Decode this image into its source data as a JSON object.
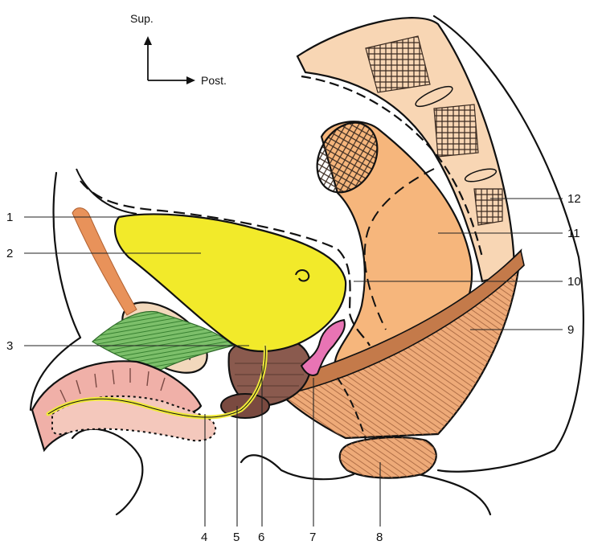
{
  "orientation": {
    "superior": "Sup.",
    "posterior": "Post."
  },
  "labels": {
    "n1": "1",
    "n2": "2",
    "n3": "3",
    "n4": "4",
    "n5": "5",
    "n6": "6",
    "n7": "7",
    "n8": "8",
    "n9": "9",
    "n10": "10",
    "n11": "11",
    "n12": "12"
  },
  "colors": {
    "bladder": "#f2ea2a",
    "rectum": "#f6b67c",
    "sacrum": "#f8d6b4",
    "levator": "#eeaa78",
    "penis": "#f0b0a8",
    "ligament": "#7cbf6a",
    "prostate": "#8a5a4e",
    "seminal_vesicle": "#e874b4",
    "symphysis": "#f2d8bc",
    "urethra": "#f0ea3a"
  }
}
